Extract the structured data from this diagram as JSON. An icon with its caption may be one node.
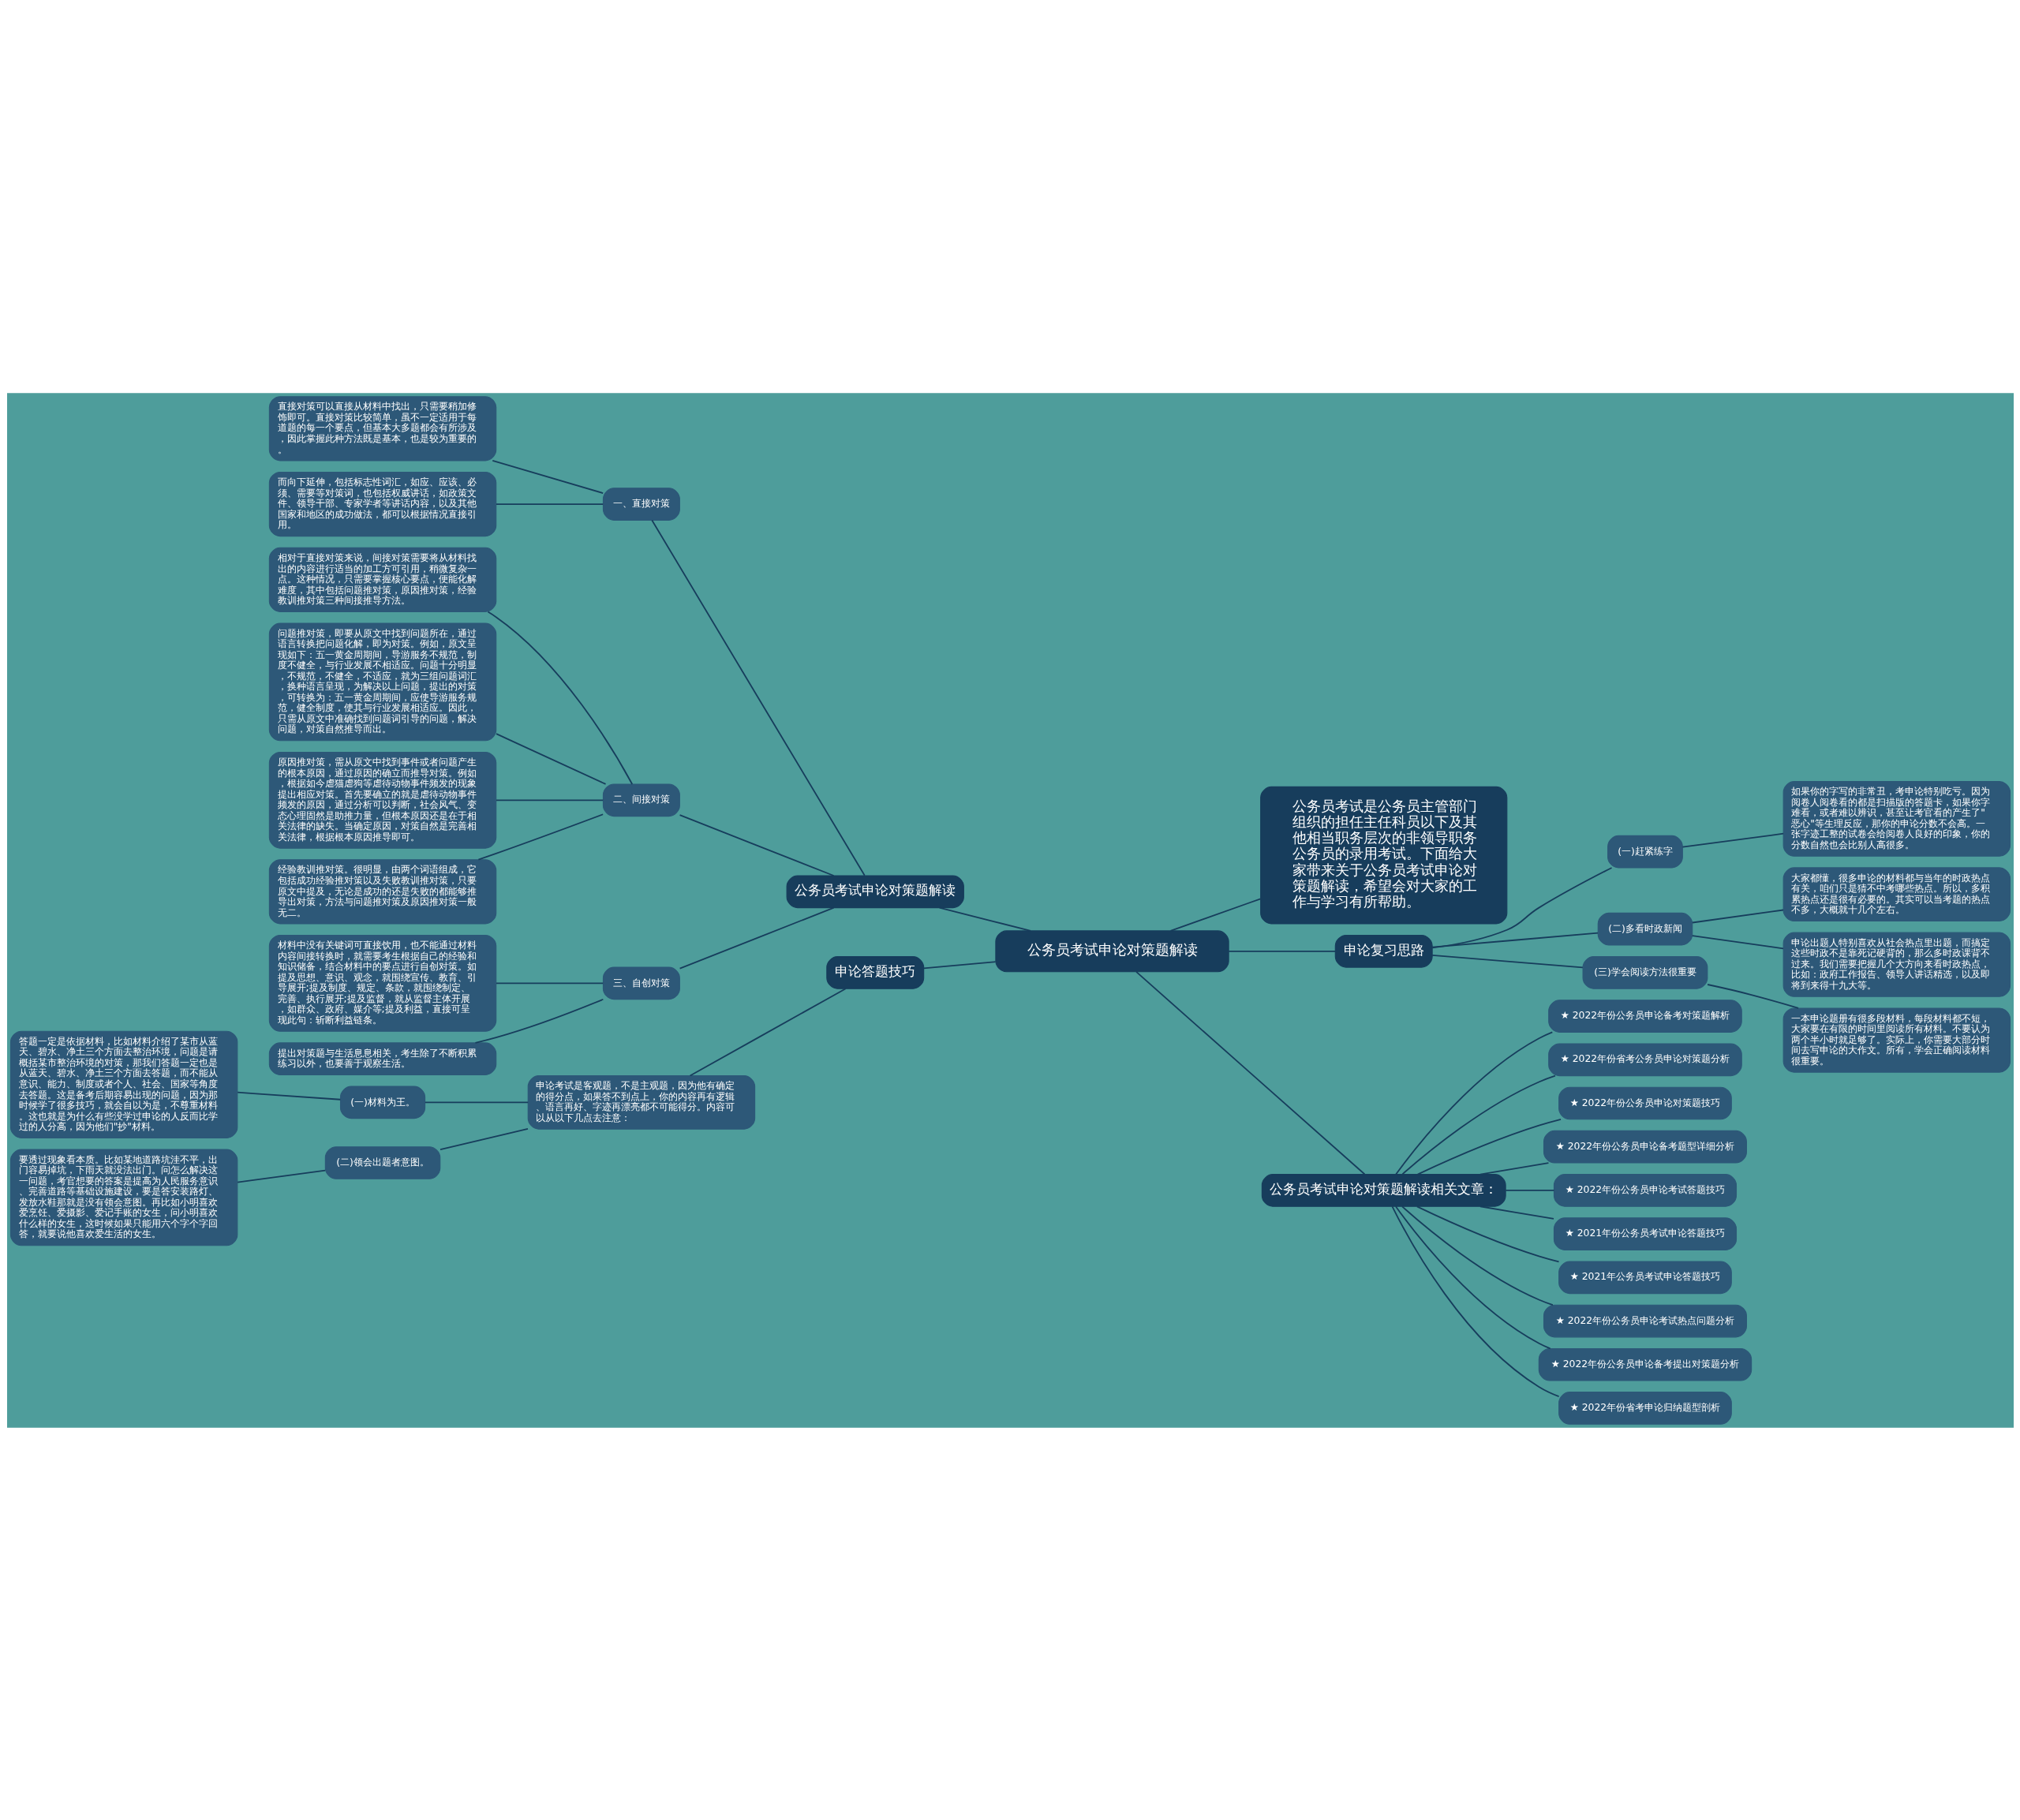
{
  "diagram": {
    "nodes": [
      {
        "text": [
          "公务员考试申论对策题解读"
        ]
      },
      {
        "text": [
          "公务员考试申论对策题解读"
        ]
      },
      {
        "text": [
          "一、直接对策"
        ]
      },
      {
        "text": [
          "直接对策可以直接从材料中找出，只需要稍加修饰即可。直接对策比较简单，虽不一定适用于每道题的每一个要点，但基本大多题都会有所涉及，因此掌握此种方法既是基本，也是较为重要的。"
        ]
      },
      {
        "text": [
          "而向下延伸，包括标志性词汇，如应、应该、必须、需要等对策词，也包括权威讲话，如政策文件、领导干部、专家学者等讲话内容，以及其他国家和地区的成功做法，都可以根据情况直接引用。"
        ]
      },
      {
        "text": [
          "二、间接对策"
        ]
      },
      {
        "text": [
          "相对于直接对策来说，间接对策需要将从材料找出的内容进行适当的加工方可引用，稍微复杂一点。这种情况，只需要掌握核心要点，便能化解难度，其中包括问题推对策，原因推对策，经验教训推对策三种间接推导方法。"
        ]
      },
      {
        "text": [
          "问题推对策，即要从原文中找到问题所在，通过语言转换把问题化解，即为对策。例如，原文呈现如下：五一黄金周期间，导游服务不规范，制度不健全，与行业发展不相适应。问题十分明显，不规范，不健全，不适应，就为三组问题词汇，换种语言呈现，为解决以上问题，提出的对策，可转换为：五一黄金周期间，应使导游服务规范，健全制度，使其与行业发展相适应。因此，只需从原文中准确找到问题词引导的问题，解决问题，对策自然推导而出。"
        ]
      },
      {
        "text": [
          "原因推对策，需从原文中找到事件或者问题产生的根本原因，通过原因的确立而推导对策。例如，根据如今虐猫虐狗等虐待动物事件频发的现象提出相应对策。首先要确立的就是虐待动物事件频发的原因，通过分析可以判断，社会风气、变态心理固然是助推力量，但根本原因还是在于相关法律的缺失。当确定原因，对策自然是完善相关法律，根据根本原因推导即可。"
        ]
      },
      {
        "text": [
          "经验教训推对策。很明显，由两个词语组成，它包括成功经验推对策以及失败教训推对策，只要原文中提及，无论是成功的还是失败的都能够推导出对策，方法与问题推对策及原因推对策一般无二。"
        ]
      },
      {
        "text": [
          "三、自创对策"
        ]
      },
      {
        "text": [
          "材料中没有关键词可直接饮用，也不能通过材料内容间接转换时，就需要考生根据自己的经验和知识储备，结合材料中的要点进行自创对策。如提及思想、意识、观念，就围绕宣传、教育、引导展开;提及制度、规定、条款，就围绕制定、完善、执行展开;提及监督，就从监督主体开展，如群众、政府、媒介等;提及利益，直接可呈现此句：斩断利益链条。"
        ]
      },
      {
        "text": [
          "提出对策题与生活息息相关，考生除了不断积累练习以外，也要善于观察生活。"
        ]
      },
      {
        "text": [
          "申论答题技巧"
        ]
      },
      {
        "text": [
          "申论考试是客观题，不是主观题，因为他有确定的得分点，如果答不到点上，你的内容再有逻辑、语言再好、字迹再漂亮都不可能得分。内容可以从以下几点去注意："
        ]
      },
      {
        "text": [
          "(一)材料为王。"
        ]
      },
      {
        "text": [
          "答题一定是依据材料，比如材料介绍了某市从蓝天、碧水、净土三个方面去整治环境，问题是请概括某市整治环境的对策，那我们答题一定也是从蓝天、碧水、净土三个方面去答题，而不能从意识、能力、制度或者个人、社会、国家等角度去答题。这是备考后期容易出现的问题，因为那时候学了很多技巧，就会自以为是，不尊重材料。这也就是为什么有些没学过申论的人反而比学过的人分高，因为他们\"抄\"材料。"
        ]
      },
      {
        "text": [
          "(二)领会出题者意图。"
        ]
      },
      {
        "text": [
          "要透过现象看本质。比如某地道路坑洼不平，出门容易掉坑，下雨天就没法出门。问怎么解决这一问题，考官想要的答案是提高为人民服务意识、完善道路等基础设施建设，要是答安装路灯、发放水鞋那就是没有领会意图。再比如小明喜欢爱烹饪、爱摄影、爱记手账的女生，问小明喜欢什么样的女生，这时候如果只能用六个字个字回答，就要说他喜欢爱生活的女生。"
        ]
      },
      {
        "text": [
          "公务员考试是公务员主管部门组织的担任主任科员以下及其他相当职务层次的非领导职务公务员的录用考试。下面给大家带来关于公务员考试申论对策题解读，希望会对大家的工作与学习有所帮助。"
        ]
      },
      {
        "text": [
          "申论复习思路"
        ]
      },
      {
        "text": [
          "(一)赶紧练字"
        ]
      },
      {
        "text": [
          "如果你的字写的非常丑，考申论特别吃亏。因为阅卷人阅卷看的都是扫描版的答题卡，如果你字难看，或者难以辨识，甚至让考官看的产生了\"恶心\"等生理反应，那你的申论分数不会高。一张字迹工整的试卷会给阅卷人良好的印象，你的分数自然也会比别人高很多。"
        ]
      },
      {
        "text": [
          "(二)多看时政新闻"
        ]
      },
      {
        "text": [
          "大家都懂，很多申论的材料都与当年的时政热点有关，咱们只是猜不中考哪些热点。所以，多积累热点还是很有必要的。其实可以当考题的热点不多，大概就十几个左右。"
        ]
      },
      {
        "text": [
          "申论出题人特别喜欢从社会热点里出题，而搞定这些时政不是靠死记硬背的，那么多时政课背不过来。我们需要把握几个大方向来看时政热点，比如：政府工作报告、领导人讲话精选，以及即将到来得十九大等。"
        ]
      },
      {
        "text": [
          "(三)学会阅读方法很重要"
        ]
      },
      {
        "text": [
          "一本申论题册有很多段材料，每段材料都不短，大家要在有限的时间里阅读所有材料。不要认为两个半小时就足够了。实际上，你需要大部分时间去写申论的大作文。所有，学会正确阅读材料很重要。"
        ]
      },
      {
        "text": [
          "公务员考试申论对策题解读相关文章："
        ]
      },
      {
        "text": [
          "★ 2022年份公务员申论备考对策题解析"
        ]
      },
      {
        "text": [
          "★ 2022年份省考公务员申论对策题分析"
        ]
      },
      {
        "text": [
          "★ 2022年份公务员申论对策题技巧"
        ]
      },
      {
        "text": [
          "★ 2022年份公务员申论备考题型详细分析"
        ]
      },
      {
        "text": [
          "★ 2022年份公务员申论考试答题技巧"
        ]
      },
      {
        "text": [
          "★ 2021年份公务员考试申论答题技巧"
        ]
      },
      {
        "text": [
          "★ 2021年公务员考试申论答题技巧"
        ]
      },
      {
        "text": [
          "★ 2022年份公务员申论考试热点问题分析"
        ]
      },
      {
        "text": [
          "★ 2022年份公务员申论备考提出对策题分析"
        ]
      },
      {
        "text": [
          "★ 2022年份省考申论归纳题型剖析"
        ]
      }
    ],
    "edges": [
      {
        "from": 0,
        "to": 1,
        "arrow": "none"
      },
      {
        "from": 1,
        "to": 2,
        "arrow": "none"
      },
      {
        "from": 2,
        "to": 3,
        "arrow": "none"
      },
      {
        "from": 2,
        "to": 4,
        "arrow": "none"
      },
      {
        "from": 1,
        "to": 5,
        "arrow": "none"
      },
      {
        "from": 5,
        "to": 6,
        "arrow": "none"
      },
      {
        "from": 5,
        "to": 7,
        "arrow": "none"
      },
      {
        "from": 5,
        "to": 8,
        "arrow": "none"
      },
      {
        "from": 5,
        "to": 9,
        "arrow": "none"
      },
      {
        "from": 1,
        "to": 10,
        "arrow": "none"
      },
      {
        "from": 10,
        "to": 11,
        "arrow": "none"
      },
      {
        "from": 10,
        "to": 12,
        "arrow": "none"
      },
      {
        "from": 0,
        "to": 13,
        "arrow": "none"
      },
      {
        "from": 13,
        "to": 14,
        "arrow": "none"
      },
      {
        "from": 14,
        "to": 15,
        "arrow": "none"
      },
      {
        "from": 15,
        "to": 16,
        "arrow": "none"
      },
      {
        "from": 14,
        "to": 17,
        "arrow": "none"
      },
      {
        "from": 17,
        "to": 18,
        "arrow": "none"
      },
      {
        "from": 0,
        "to": 19,
        "arrow": "none"
      },
      {
        "from": 0,
        "to": 20,
        "arrow": "none"
      },
      {
        "from": 20,
        "to": 21,
        "arrow": "none"
      },
      {
        "from": 21,
        "to": 22,
        "arrow": "none"
      },
      {
        "from": 20,
        "to": 23,
        "arrow": "none"
      },
      {
        "from": 23,
        "to": 24,
        "arrow": "none"
      },
      {
        "from": 23,
        "to": 25,
        "arrow": "none"
      },
      {
        "from": 20,
        "to": 26,
        "arrow": "none"
      },
      {
        "from": 26,
        "to": 27,
        "arrow": "none"
      },
      {
        "from": 0,
        "to": 28,
        "arrow": "none"
      },
      {
        "from": 28,
        "to": 29,
        "arrow": "none"
      },
      {
        "from": 28,
        "to": 30,
        "arrow": "none"
      },
      {
        "from": 28,
        "to": 31,
        "arrow": "none"
      },
      {
        "from": 28,
        "to": 32,
        "arrow": "none"
      },
      {
        "from": 28,
        "to": 33,
        "arrow": "none"
      },
      {
        "from": 28,
        "to": 34,
        "arrow": "none"
      },
      {
        "from": 28,
        "to": 35,
        "arrow": "none"
      },
      {
        "from": 28,
        "to": 36,
        "arrow": "none"
      },
      {
        "from": 28,
        "to": 37,
        "arrow": "none"
      },
      {
        "from": 28,
        "to": 38,
        "arrow": "none"
      }
    ]
  }
}
